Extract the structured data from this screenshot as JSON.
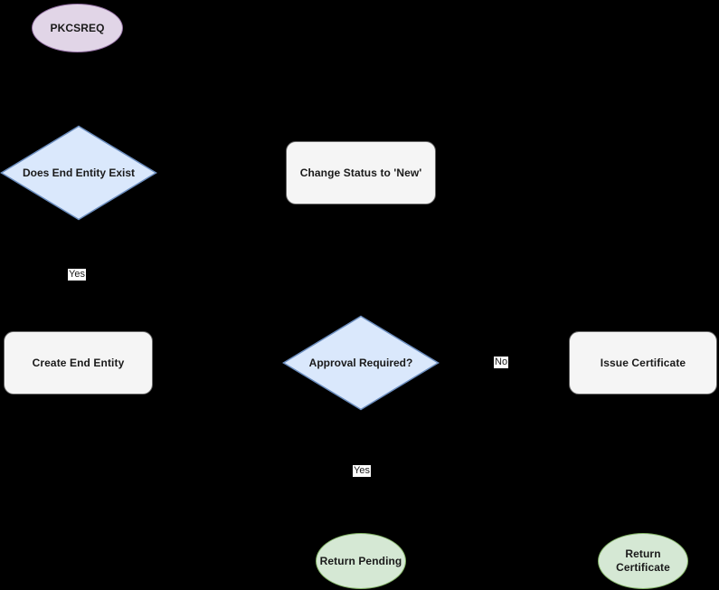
{
  "diagram": {
    "title": "SCEP PKCSREQ certificate enrollment flow",
    "background_color": "#000000",
    "palette": {
      "start_fill": "#e1d5e7",
      "start_stroke": "#9673a6",
      "decision_fill": "#dae8fc",
      "decision_stroke": "#6c8ebf",
      "process_fill": "#f5f5f5",
      "process_stroke": "#666666",
      "end_fill": "#d5e8d4",
      "end_stroke": "#82b366",
      "label_bg": "#ffffff",
      "text_color": "#1a1a1a"
    },
    "nodes": [
      {
        "id": "pkcsreq",
        "label": "PKCSREQ",
        "shape": "ellipse-start"
      },
      {
        "id": "does_exist",
        "label": "Does End Entity Exist",
        "shape": "decision"
      },
      {
        "id": "change_status",
        "label": "Change Status to 'New'",
        "shape": "process"
      },
      {
        "id": "create_ee",
        "label": "Create End Entity",
        "shape": "process"
      },
      {
        "id": "approval",
        "label": "Approval Required?",
        "shape": "decision"
      },
      {
        "id": "issue_cert",
        "label": "Issue Certificate",
        "shape": "process"
      },
      {
        "id": "ret_pending",
        "label": "Return Pending",
        "shape": "ellipse-end"
      },
      {
        "id": "ret_cert_l1",
        "label": "Return",
        "shape": "ellipse-end"
      },
      {
        "id": "ret_cert_l2",
        "label": "Certificate",
        "shape": "ellipse-end"
      }
    ],
    "edge_labels": [
      {
        "id": "yes_exists",
        "label": "Yes"
      },
      {
        "id": "no_approval",
        "label": "No"
      },
      {
        "id": "yes_approval",
        "label": "Yes"
      }
    ]
  }
}
